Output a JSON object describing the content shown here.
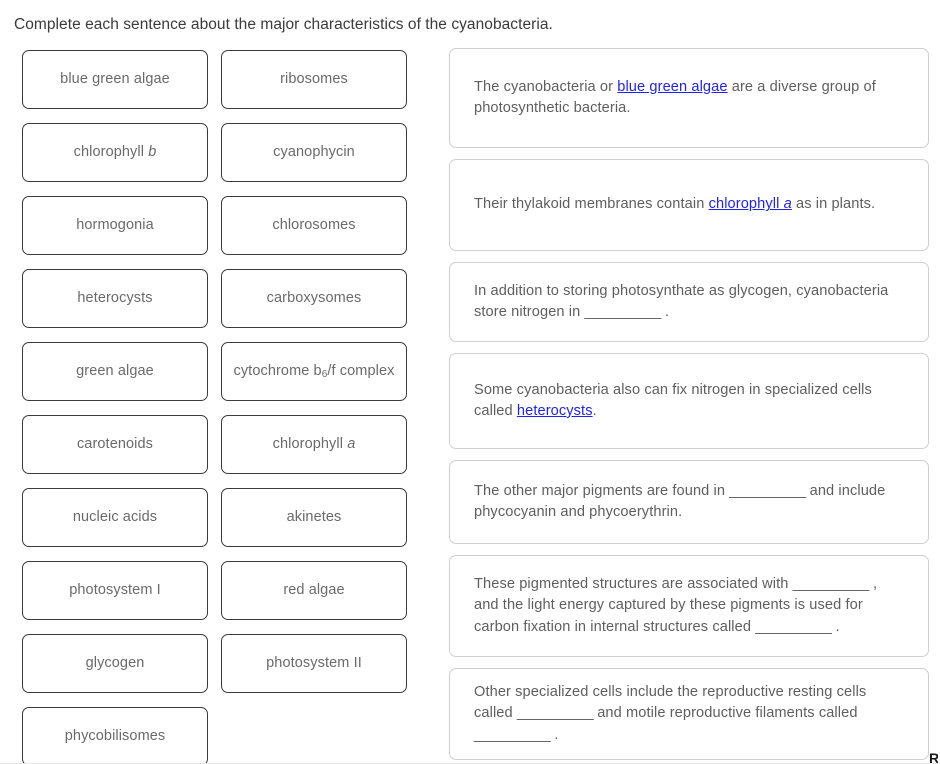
{
  "prompt": "Complete each sentence about the major characteristics of the cyanobacteria.",
  "colors": {
    "tile_border": "#3a3a3a",
    "tile_text": "#6a6a6a",
    "card_border": "#cfcfcf",
    "card_text": "#5e5e5e",
    "link_blue": "#2222ee"
  },
  "tile_bank": {
    "column_a": [
      {
        "label": "blue green algae"
      },
      {
        "label": "chlorophyll b",
        "italic_tail": "b"
      },
      {
        "label": "hormogonia"
      },
      {
        "label": "heterocysts"
      },
      {
        "label": "green algae"
      },
      {
        "label": "carotenoids"
      },
      {
        "label": "nucleic acids"
      },
      {
        "label": "photosystem I"
      },
      {
        "label": "glycogen"
      },
      {
        "label": "phycobilisomes"
      }
    ],
    "column_b": [
      {
        "label": "ribosomes"
      },
      {
        "label": "cyanophycin"
      },
      {
        "label": "chlorosomes"
      },
      {
        "label": "carboxysomes"
      },
      {
        "label": "cytochrome b6/f complex",
        "subscript": "6"
      },
      {
        "label": "chlorophyll a",
        "italic_tail": "a"
      },
      {
        "label": "akinetes"
      },
      {
        "label": "red algae"
      },
      {
        "label": "photosystem II"
      }
    ]
  },
  "sentences": [
    {
      "id": "sentence-1",
      "parts": [
        {
          "type": "text",
          "value": "The cyanobacteria or "
        },
        {
          "type": "filled",
          "value": "blue green algae"
        },
        {
          "type": "text",
          "value": " are a diverse group of photosynthetic bacteria."
        }
      ]
    },
    {
      "id": "sentence-2",
      "parts": [
        {
          "type": "text",
          "value": "Their thylakoid membranes contain "
        },
        {
          "type": "filled",
          "value": "chlorophyll a",
          "italic_tail": "a"
        },
        {
          "type": "text",
          "value": " as in plants."
        }
      ]
    },
    {
      "id": "sentence-3",
      "parts": [
        {
          "type": "text",
          "value": "In addition to storing photosynthate as glycogen, cyanobacteria store nitrogen in "
        },
        {
          "type": "blank",
          "value": "__________"
        },
        {
          "type": "text",
          "value": " ."
        }
      ]
    },
    {
      "id": "sentence-4",
      "parts": [
        {
          "type": "text",
          "value": "Some cyanobacteria also can fix nitrogen in specialized cells called "
        },
        {
          "type": "filled",
          "value": "heterocysts"
        },
        {
          "type": "text",
          "value": "."
        }
      ]
    },
    {
      "id": "sentence-5",
      "parts": [
        {
          "type": "text",
          "value": "The other major pigments are found in "
        },
        {
          "type": "blank",
          "value": "__________"
        },
        {
          "type": "text",
          "value": " and include phycocyanin and phycoerythrin."
        }
      ]
    },
    {
      "id": "sentence-6",
      "parts": [
        {
          "type": "text",
          "value": "These pigmented structures are associated with "
        },
        {
          "type": "blank",
          "value": "__________"
        },
        {
          "type": "text",
          "value": " , and the light energy captured by these pigments is used for carbon fixation in internal structures called "
        },
        {
          "type": "blank",
          "value": "__________"
        },
        {
          "type": "text",
          "value": " ."
        }
      ]
    },
    {
      "id": "sentence-7",
      "parts": [
        {
          "type": "text",
          "value": "Other specialized cells include the reproductive resting cells called "
        },
        {
          "type": "blank",
          "value": "__________"
        },
        {
          "type": "text",
          "value": " and motile reproductive filaments called "
        },
        {
          "type": "blank",
          "value": "__________"
        },
        {
          "type": "text",
          "value": " ."
        }
      ]
    }
  ],
  "corner_glyph": "R"
}
